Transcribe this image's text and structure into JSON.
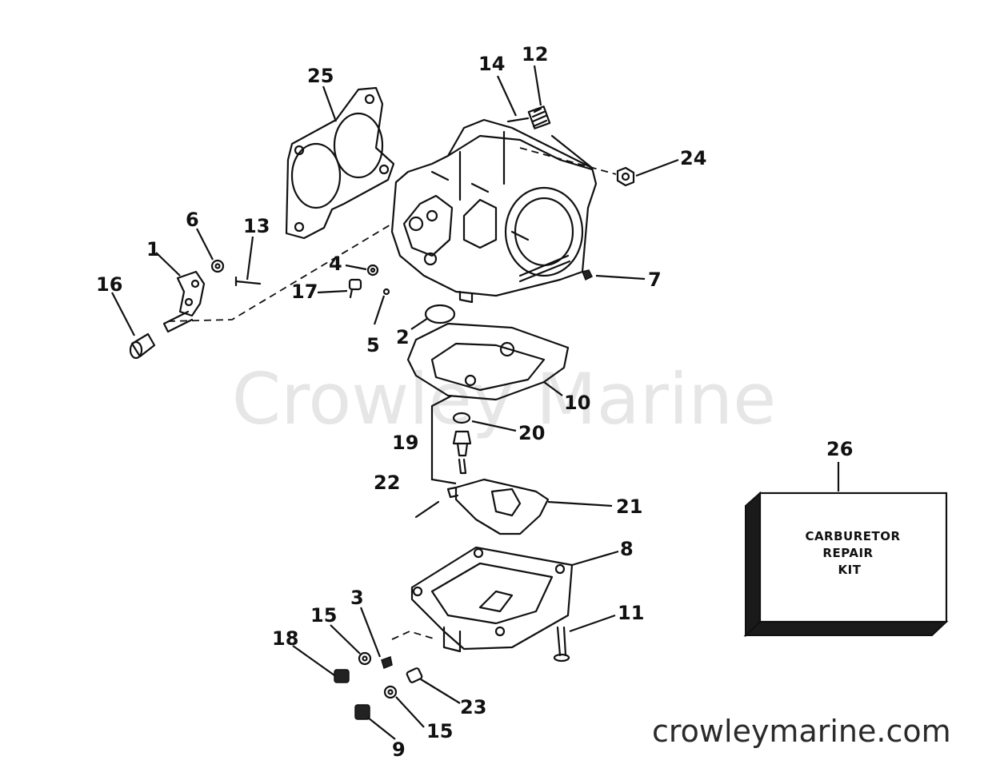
{
  "watermark": "Crowley Marine",
  "website": "crowleymarine.com",
  "kit_label": [
    "CARBURETOR",
    "REPAIR",
    "KIT"
  ],
  "callouts": {
    "c1": "1",
    "c2": "2",
    "c3": "3",
    "c4": "4",
    "c5": "5",
    "c6": "6",
    "c7": "7",
    "c8": "8",
    "c9": "9",
    "c10": "10",
    "c11": "11",
    "c12": "12",
    "c13": "13",
    "c14": "14",
    "c15a": "15",
    "c15b": "15",
    "c16": "16",
    "c17": "17",
    "c18": "18",
    "c19": "19",
    "c20": "20",
    "c21": "21",
    "c22": "22",
    "c23": "23",
    "c24": "24",
    "c25": "25",
    "c26": "26"
  }
}
